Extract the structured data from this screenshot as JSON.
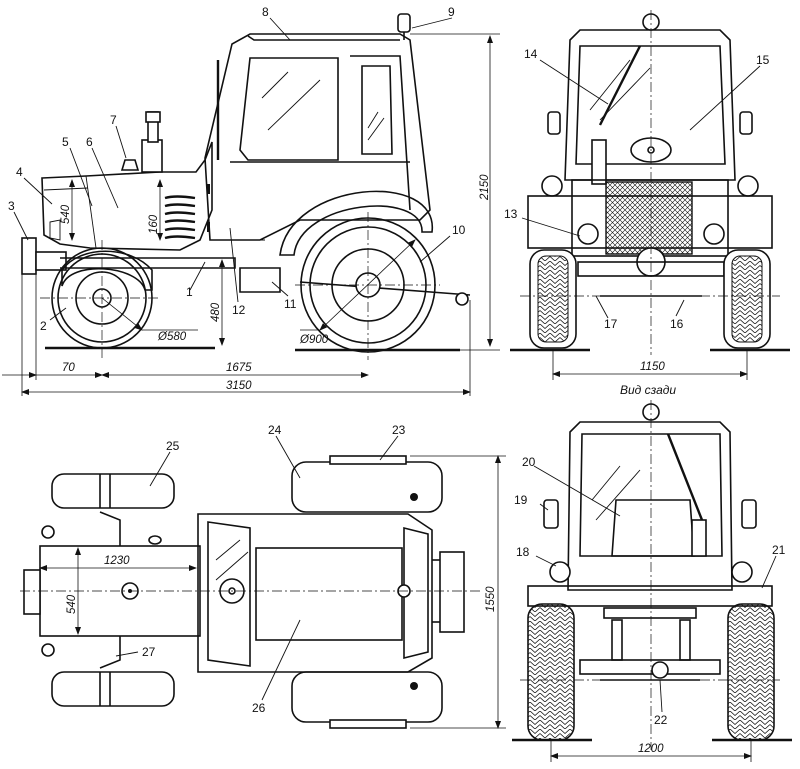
{
  "callouts": [
    "1",
    "2",
    "3",
    "4",
    "5",
    "6",
    "7",
    "8",
    "9",
    "10",
    "11",
    "12",
    "13",
    "14",
    "15",
    "16",
    "17",
    "18",
    "19",
    "20",
    "21",
    "22",
    "23",
    "24",
    "25",
    "26",
    "27"
  ],
  "dimensions": {
    "d70": "70",
    "d1675": "1675",
    "d3150": "3150",
    "d2150": "2150",
    "d540_side": "540",
    "d160": "160",
    "d480": "480",
    "d580": "Ø580",
    "d900": "Ø900",
    "d1150": "1150",
    "d1230": "1230",
    "d540_top": "540",
    "d1550": "1550",
    "d1200": "1200"
  },
  "captions": {
    "rear_view": "Вид сзади"
  }
}
